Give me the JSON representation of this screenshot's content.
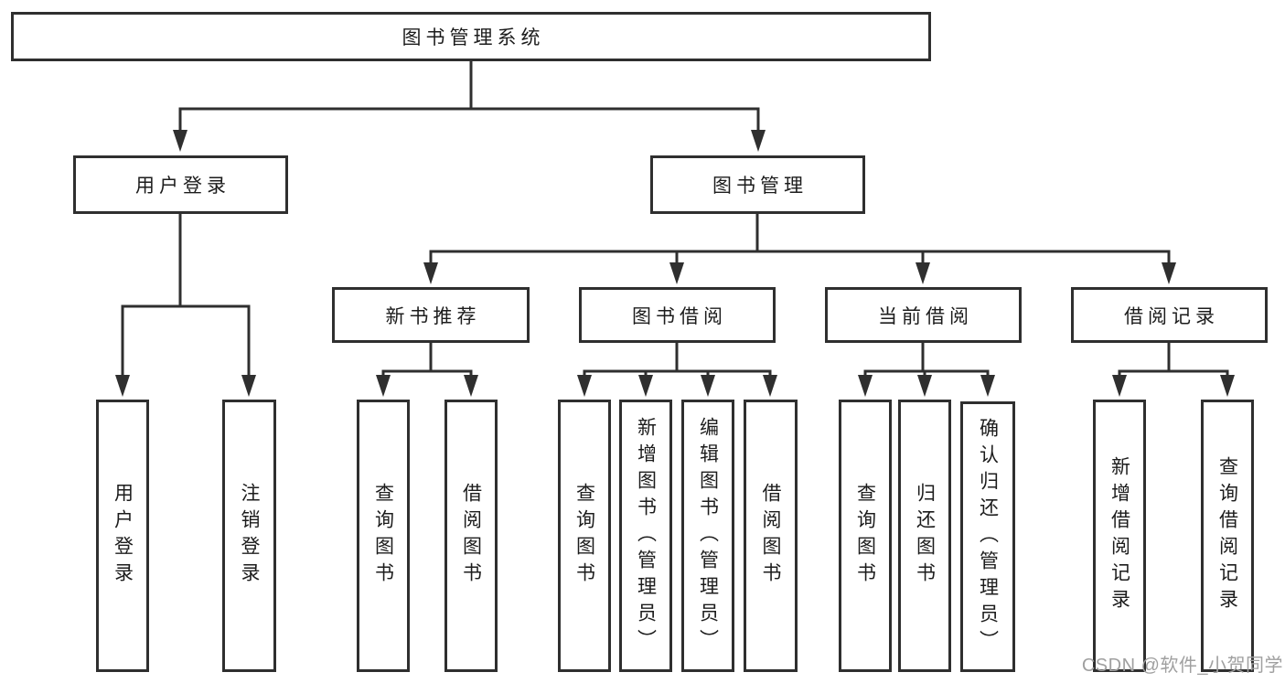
{
  "title": "图书管理系统",
  "watermark": "CSDN @软件_小贺同学",
  "colors": {
    "line": "#2f2f2f",
    "box_border": "#2f2f2f",
    "text": "#1c1c1c",
    "watermark": "#a0a0a0",
    "background": "#ffffff"
  },
  "nodes": {
    "root": "图书管理系统",
    "level2": [
      "用户登录",
      "图书管理"
    ],
    "level3": [
      "新书推荐",
      "图书借阅",
      "当前借阅",
      "借阅记录"
    ],
    "leaves": {
      "user_login": [
        "用户登录",
        "注销登录"
      ],
      "new_book_recommend": [
        "查询图书",
        "借阅图书"
      ],
      "book_borrowing": [
        "查询图书",
        "新增图书（管理员）",
        "编辑图书（管理员）",
        "借阅图书"
      ],
      "current_borrowing": [
        "查询图书",
        "归还图书",
        "确认归还（管理员）"
      ],
      "borrowing_records": [
        "新增借阅记录",
        "查询借阅记录"
      ]
    }
  }
}
